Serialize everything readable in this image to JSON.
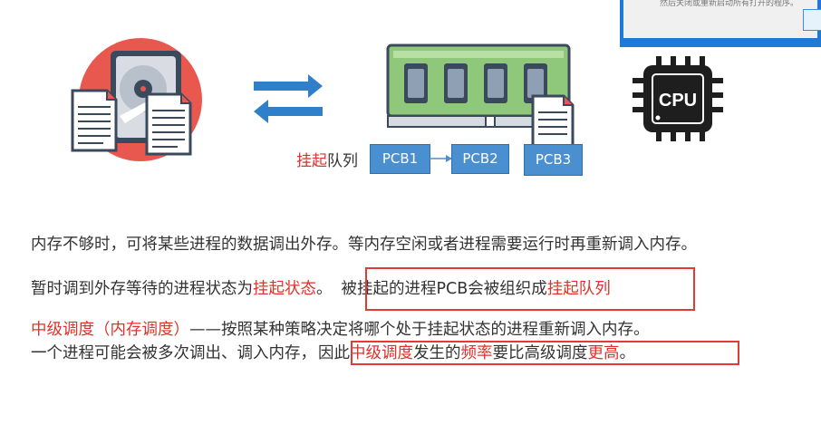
{
  "dialog": {
    "fragment_text": "然后关闭或重新启动所有打开的程序。"
  },
  "cpu": {
    "label": "CPU"
  },
  "queue": {
    "label_red": "挂起",
    "label_rest": "队列",
    "pcbs": [
      "PCB1",
      "PCB2",
      "PCB3"
    ]
  },
  "text": {
    "line1": "内存不够时，可将某些进程的数据调出外存。等内存空闲或者进程需要运行时再重新调入内存。",
    "line2_a": "暂时调到外存等待的进程状态为",
    "line2_red": "挂起状态",
    "line2_b": "。",
    "line2_c": "被挂起的进程PCB会被组织成",
    "line2_red2": "挂起队列",
    "line3_red": "中级调度（内存调度）",
    "line3_b": "——按照某种策略决定将哪个处于挂起状态的进程重新调入内存。",
    "line4_a": "一个进程可能会被多次调出、调入内存，",
    "line4_b": "因此",
    "line4_red1": "中级调度",
    "line4_c": "发生的",
    "line4_red2": "频率",
    "line4_d": "要比高级调度",
    "line4_red3": "更高",
    "line4_e": "。"
  },
  "colors": {
    "accent_red": "#e0322c",
    "pcb_blue": "#4a8fd0",
    "highlight_box": "#e53935"
  }
}
